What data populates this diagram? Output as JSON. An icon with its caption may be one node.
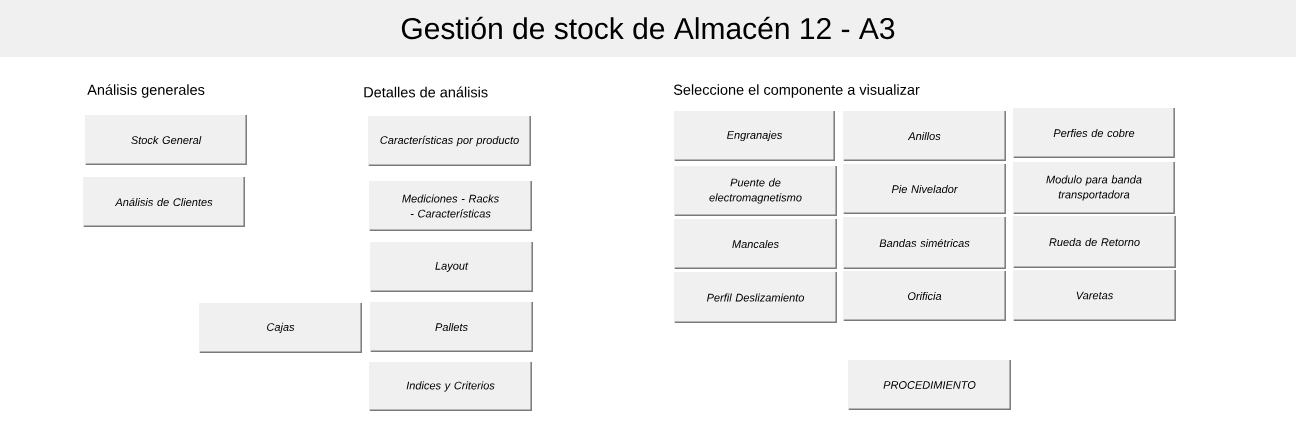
{
  "diagram": {
    "title": "Gestión de stock de Almacén 12 - A3",
    "nodes": [
      {
        "text": [
          "Stock General"
        ]
      },
      {
        "text": [
          "Análisis de Clientes"
        ]
      },
      {
        "text": [
          "Cajas"
        ]
      },
      {
        "text": [
          "Características por producto"
        ]
      },
      {
        "text": [
          "Mediciones - Racks - Características"
        ]
      },
      {
        "text": [
          "Layout"
        ]
      },
      {
        "text": [
          "Pallets"
        ]
      },
      {
        "text": [
          "Indices y Criterios"
        ]
      },
      {
        "text": [
          "Engranajes"
        ]
      },
      {
        "text": [
          "Anillos"
        ]
      },
      {
        "text": [
          "Perfies de cobre"
        ]
      },
      {
        "text": [
          "Puente de electromagnetismo"
        ]
      },
      {
        "text": [
          "Pie Nivelador"
        ]
      },
      {
        "text": [
          "Modulo para banda transportadora"
        ]
      },
      {
        "text": [
          "Mancales"
        ]
      },
      {
        "text": [
          "Bandas simétricas"
        ]
      },
      {
        "text": [
          "Rueda de Retorno"
        ]
      },
      {
        "text": [
          "Perfil Deslizamiento"
        ]
      },
      {
        "text": [
          "Orificia"
        ]
      },
      {
        "text": [
          "Varetas"
        ]
      },
      {
        "text": [
          "PROCEDIMIENTO"
        ]
      }
    ],
    "labels": [
      "Análisis generales",
      "Detalles de análisis",
      "Seleccione el componente a visualizar"
    ]
  }
}
